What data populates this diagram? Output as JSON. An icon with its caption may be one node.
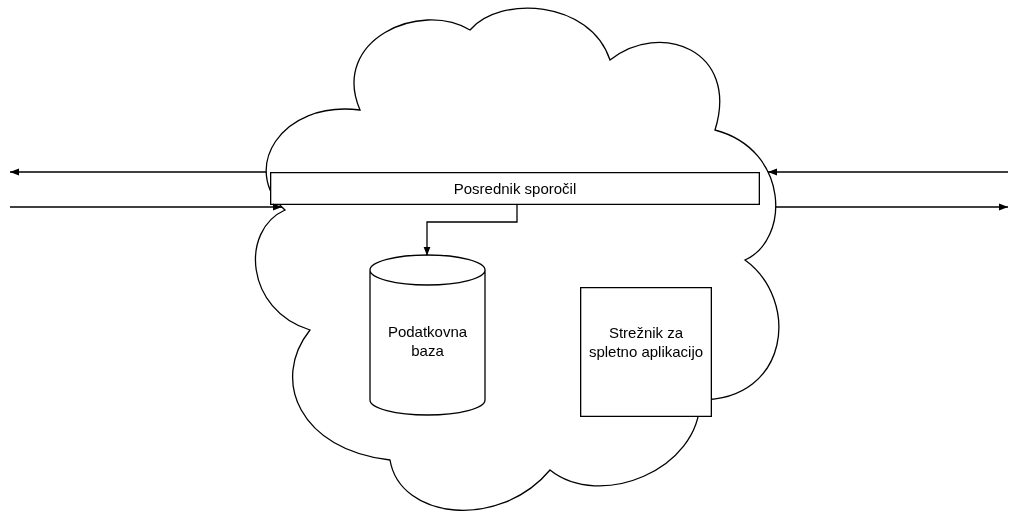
{
  "diagram": {
    "nodes": [
      {
        "text": [],
        "shape": "cloud"
      },
      {
        "text": [
          "Posrednik sporočil"
        ],
        "in": 0
      },
      {
        "text": [
          "Podatkovna baza"
        ],
        "in": 0
      },
      {
        "text": [
          "Strežnik za spletno aplikacijo"
        ],
        "in": 0
      }
    ],
    "edges": [
      {
        "from": 0,
        "to": null,
        "arrow": "to"
      },
      {
        "from": null,
        "to": 0,
        "arrow": "to"
      },
      {
        "from": null,
        "to": 0,
        "arrow": "to"
      },
      {
        "from": 0,
        "to": null,
        "arrow": "to"
      },
      {
        "from": 1,
        "to": 2,
        "arrow": "to"
      }
    ]
  }
}
